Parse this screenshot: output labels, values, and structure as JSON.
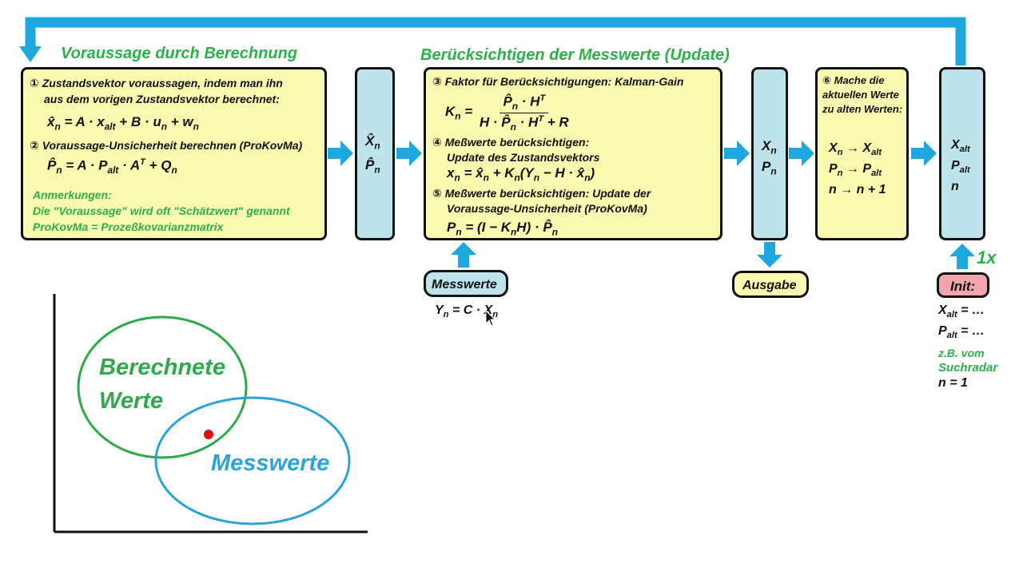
{
  "titles": {
    "prediction": "Voraussage durch Berechnung",
    "update": "Berücksichtigen der Messwerte (Update)"
  },
  "box1": {
    "step1_line1": "① Zustandsvektor voraussagen, indem man ihn",
    "step1_line2": "aus dem vorigen Zustandsvektor berechnet:",
    "step2": "② Voraussage-Unsicherheit berechnen (ProKovMa)",
    "note_title": "Anmerkungen:",
    "note_line1": "Die \"Voraussage\" wird oft \"Schätzwert\" genannt",
    "note_line2": "ProKovMa = Prozeßkovarianzmatrix"
  },
  "box3": {
    "step3": "③ Faktor für Berücksichtigungen: Kalman-Gain",
    "step4_line1": "④ Meßwerte berücksichtigen:",
    "step4_line2": "Update des Zustandsvektors",
    "step5_line1": "⑤ Meßwerte berücksichtigen: Update der",
    "step5_line2": "Voraussage-Unsicherheit (ProKovMa)"
  },
  "box6": {
    "line1": "⑥ Mache die",
    "line2": "aktuellen Werte",
    "line3": "zu alten Werten:"
  },
  "labels": {
    "messwerte": "Messwerte",
    "ausgabe": "Ausgabe",
    "init": "Init:",
    "once": "1x",
    "zb": "z.B. vom",
    "suchradar": "Suchradar"
  },
  "venn": {
    "computed_line1": "Berechnete",
    "computed_line2": "Werte",
    "measured": "Messwerte"
  },
  "colors": {
    "yellow_box": "#fafab0",
    "blue_box": "#bfe3ec",
    "pink_box": "#f2a6ac",
    "arrow": "#1fa8e0",
    "green_text": "#2bb04a",
    "venn_green": "#2ea84a",
    "venn_blue": "#2aa3d8",
    "dot": "#e01010"
  }
}
